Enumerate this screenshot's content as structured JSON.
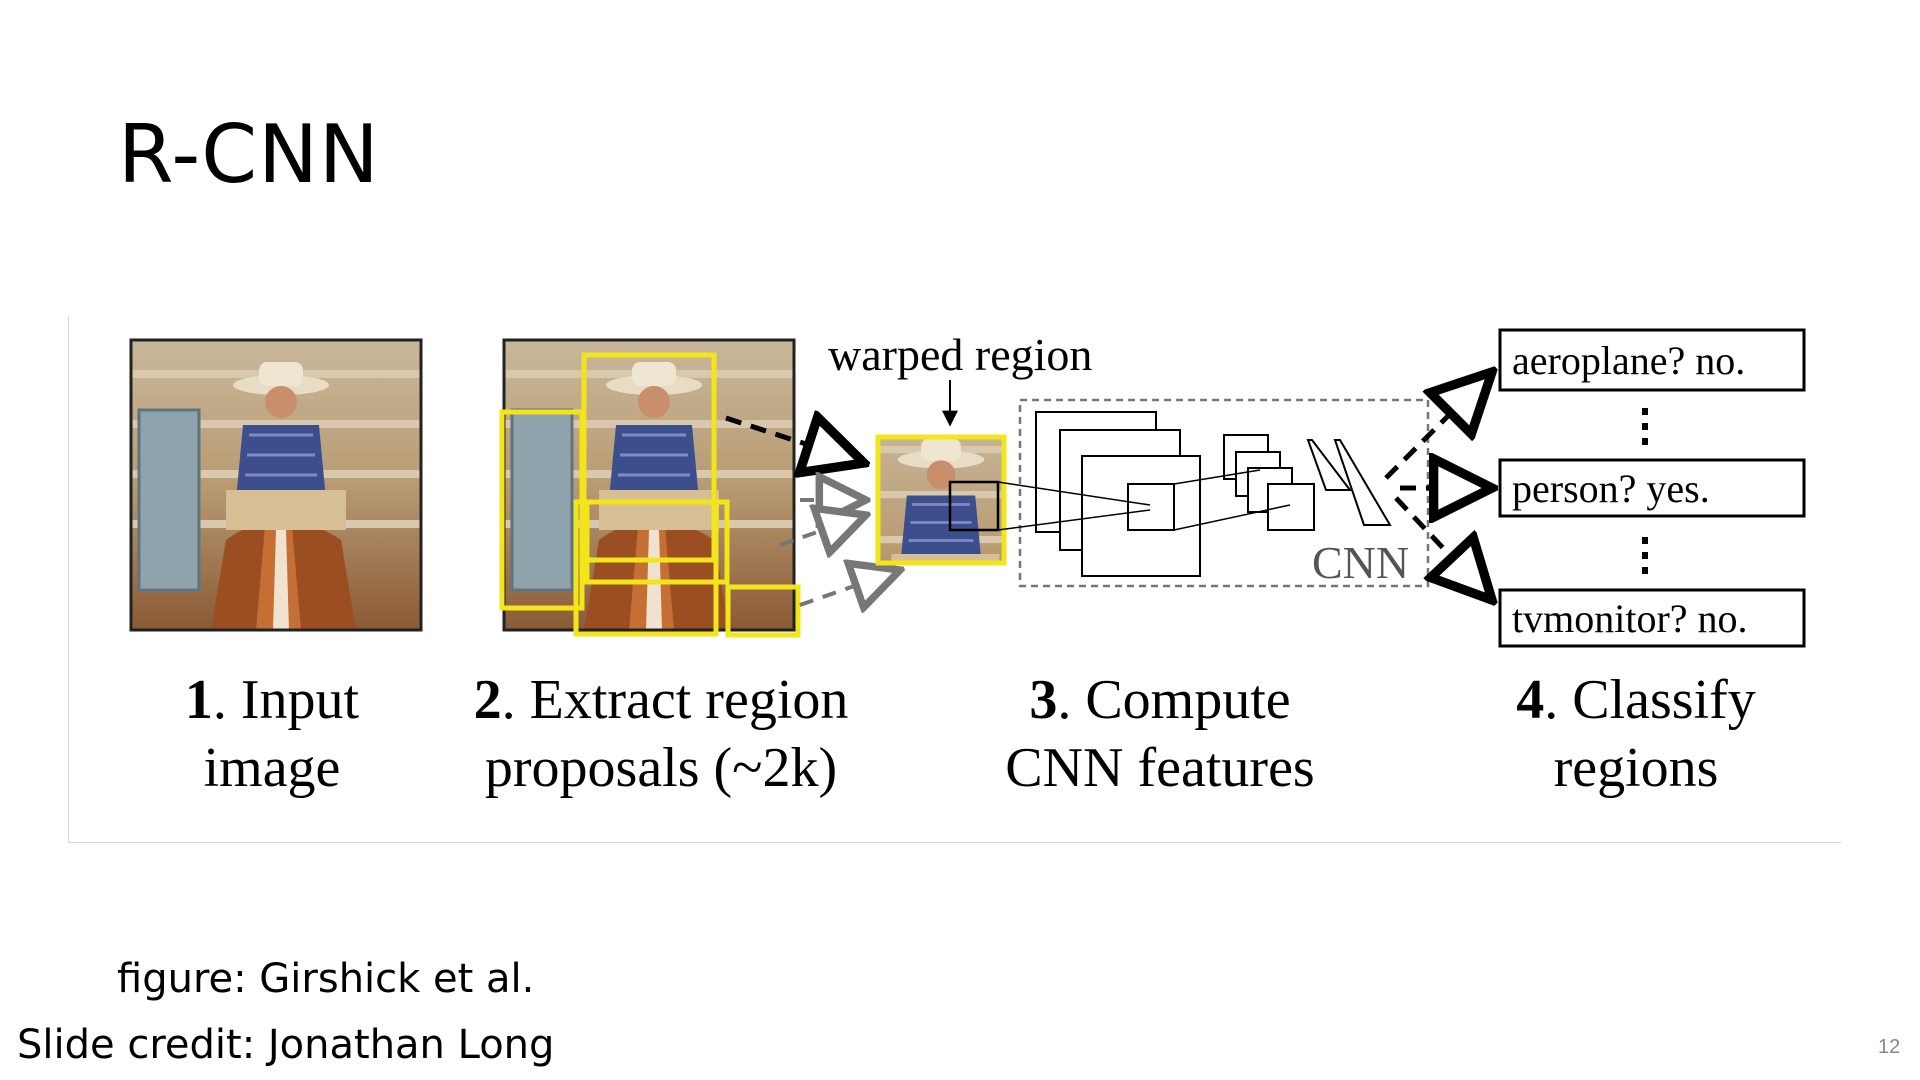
{
  "slide": {
    "title": "R-CNN",
    "figure_credit": "figure: Girshick et al.",
    "slide_credit": "Slide credit: Jonathan Long",
    "page_number": "12"
  },
  "diagram": {
    "warped_region_label": "warped region",
    "cnn_label": "CNN",
    "classes": [
      {
        "label": "aeroplane? no."
      },
      {
        "label": "person? yes."
      },
      {
        "label": "tvmonitor? no."
      }
    ],
    "steps": [
      {
        "num": "1",
        "line1": ". Input",
        "line2": "image"
      },
      {
        "num": "2",
        "line1": ". Extract region",
        "line2": "proposals (~2k)"
      },
      {
        "num": "3",
        "line1": ". Compute",
        "line2": "CNN features"
      },
      {
        "num": "4",
        "line1": ". Classify",
        "line2": "regions"
      }
    ],
    "colors": {
      "proposal_box": "#f2e51a",
      "arrow": "#000000",
      "arrow_faded": "#777777"
    },
    "icons": [
      "photo-cowboy-on-horse"
    ]
  }
}
